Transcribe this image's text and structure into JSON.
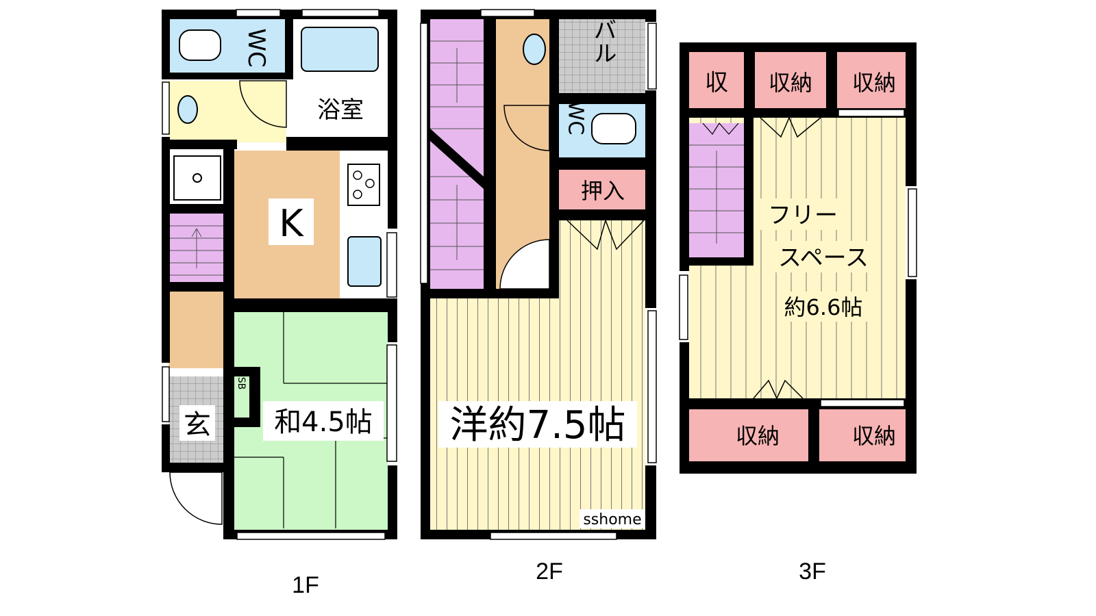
{
  "floor_labels": {
    "f1": "1F",
    "f2": "2F",
    "f3": "3F"
  },
  "rooms_1f": {
    "wc": "WC",
    "bath": "浴室",
    "kitchen": "K",
    "washitsu": "和4.5帖",
    "genkan": "玄",
    "shoebox": "SB"
  },
  "rooms_2f": {
    "balcony": "バル",
    "wc": "WC",
    "oshiire": "押入",
    "youshitsu": "洋約7.5帖"
  },
  "rooms_3f": {
    "storage_small": "収",
    "storage_a": "収納",
    "storage_b": "収納",
    "free_space_line1": "フリー",
    "free_space_line2": "スペース",
    "free_space_size": "約6.6帖",
    "storage_c": "収納",
    "storage_d": "収納"
  },
  "watermark": "sshome",
  "colors": {
    "wall": "#000000",
    "wc_bath": "#c6e8f9",
    "washroom": "#fff9c4",
    "kitchen_floor": "#f0c898",
    "stairs": "#e7b8ee",
    "tatami": "#ccf7c6",
    "wood_floor": "#fff7c9",
    "storage": "#f7b4b4",
    "tile": "#c8c8c8"
  }
}
